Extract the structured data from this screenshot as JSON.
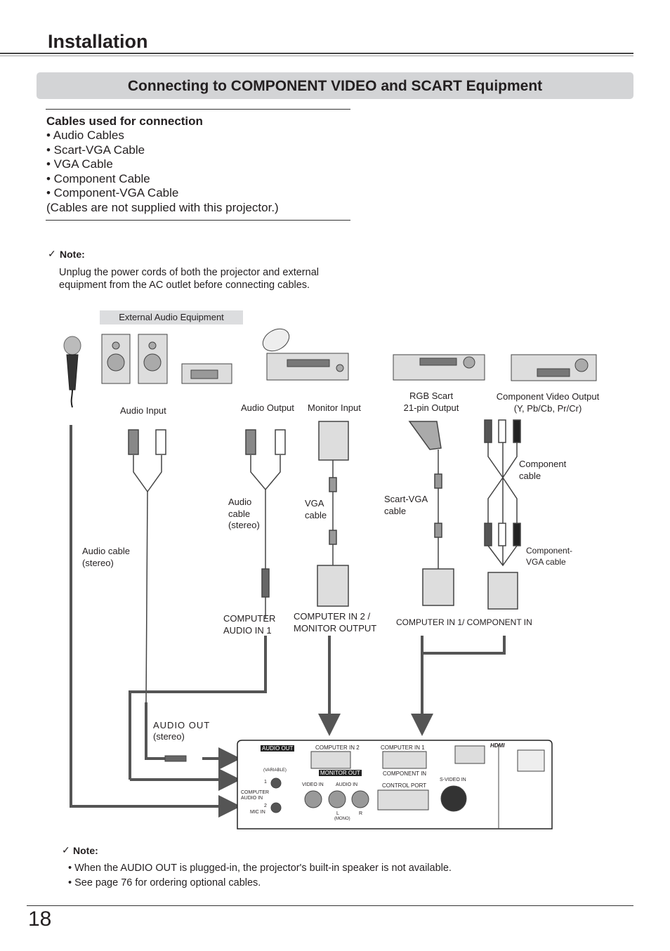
{
  "header": {
    "title": "Installation"
  },
  "section": {
    "title": "Connecting to COMPONENT VIDEO and SCART Equipment"
  },
  "cables": {
    "heading": "Cables used for connection",
    "items": [
      "• Audio Cables",
      "• Scart-VGA Cable",
      "• VGA Cable",
      "• Component Cable",
      "• Component-VGA Cable"
    ],
    "footnote": "(Cables are not supplied with this projector.)"
  },
  "note1": {
    "check": "✓",
    "heading": "Note:",
    "lines": [
      "Unplug the power cords of both the projector and external",
      "equipment from the AC outlet before connecting cables."
    ]
  },
  "diagram": {
    "external_audio_equipment": "External Audio Equipment",
    "audio_input": "Audio Input",
    "audio_output": "Audio Output",
    "monitor_input": "Monitor Input",
    "rgb_scart": [
      "RGB Scart",
      "21-pin Output"
    ],
    "component_video_output": [
      "Component Video Output",
      "(Y, Pb/Cb, Pr/Cr)"
    ],
    "component_cable": [
      "Component",
      "cable"
    ],
    "audio_cable_stereo_mid": [
      "Audio",
      "cable",
      "(stereo)"
    ],
    "vga_cable": [
      "VGA",
      "cable"
    ],
    "scart_vga_cable": [
      "Scart-VGA",
      "cable"
    ],
    "audio_cable_stereo_left": [
      "Audio cable",
      "(stereo)"
    ],
    "component_vga_cable": [
      "Component-",
      "VGA cable"
    ],
    "computer_audio_in_1": [
      "COMPUTER",
      "AUDIO IN 1"
    ],
    "computer_in2_monitor_output": [
      "COMPUTER IN 2 /",
      "MONITOR OUTPUT"
    ],
    "computer_in1_component_in": "COMPUTER IN 1/ COMPONENT IN",
    "audio_out": "AUDIO  OUT",
    "audio_out_stereo": "(stereo)",
    "panel": {
      "audio_out": "AUDIO OUT",
      "variable": "(VARIABLE)",
      "computer_in_2": "COMPUTER IN 2",
      "monitor_out": "MONITOR OUT",
      "computer_in_1": "COMPUTER IN 1",
      "component_in": "COMPONENT IN",
      "hdmi": "HDMI",
      "video_in": "VIDEO IN",
      "audio_in": "AUDIO IN",
      "control_port": "CONTROL PORT",
      "s_video_in": "S-VIDEO IN",
      "computer_audio_in": [
        "COMPUTER",
        "AUDIO IN"
      ],
      "mic_in": "MIC IN",
      "l_mono": "L",
      "mono": "(MONO)",
      "r": "R",
      "one": "1",
      "two": "2"
    }
  },
  "note2": {
    "check": "✓",
    "heading": "Note:",
    "lines": [
      "• When the AUDIO OUT is plugged-in, the projector's built-in speaker is not available.",
      "• See page 76 for ordering optional cables."
    ]
  },
  "footer": {
    "page_number": "18"
  }
}
